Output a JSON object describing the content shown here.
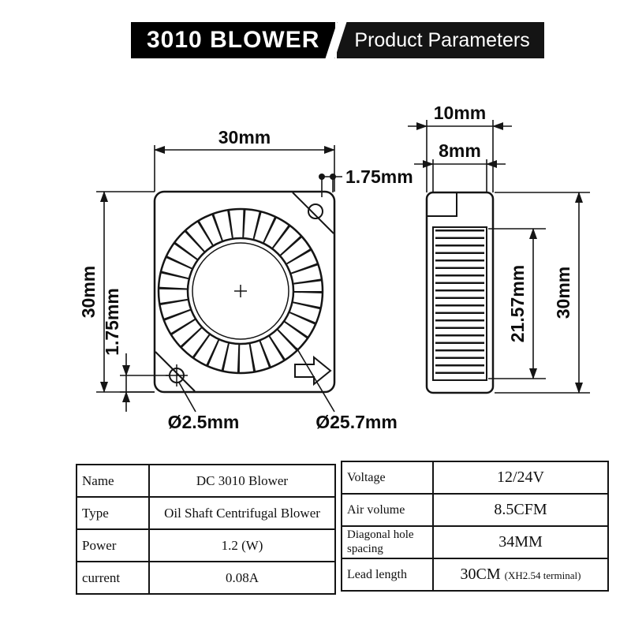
{
  "header": {
    "title": "3010 BLOWER",
    "subtitle": "Product Parameters"
  },
  "front_view": {
    "width_label": "30mm",
    "height_label": "30mm",
    "hole_offset_top_label": "1.75mm",
    "hole_offset_bottom_label": "1.75mm",
    "mount_hole_label": "Ø2.5mm",
    "impeller_label": "Ø25.7mm"
  },
  "side_view": {
    "depth_label": "10mm",
    "outlet_label": "8mm",
    "blade_stack_label": "21.57mm",
    "height_label": "30mm"
  },
  "spec_left": {
    "rows": [
      {
        "label": "Name",
        "value": "DC 3010 Blower"
      },
      {
        "label": "Type",
        "value": "Oil Shaft Centrifugal Blower"
      },
      {
        "label": "Power",
        "value": "1.2 (W)"
      },
      {
        "label": "current",
        "value": "0.08A"
      }
    ]
  },
  "spec_right": {
    "rows": [
      {
        "label": "Voltage",
        "value": "12/24V"
      },
      {
        "label": "Air volume",
        "value": "8.5CFM"
      },
      {
        "label": "Diagonal hole spacing",
        "value": "34MM"
      },
      {
        "label": "Lead length",
        "value": "30CM",
        "note": "(XH2.54 terminal)"
      }
    ]
  },
  "colors": {
    "ink": "#151515",
    "banner": "#000000"
  }
}
